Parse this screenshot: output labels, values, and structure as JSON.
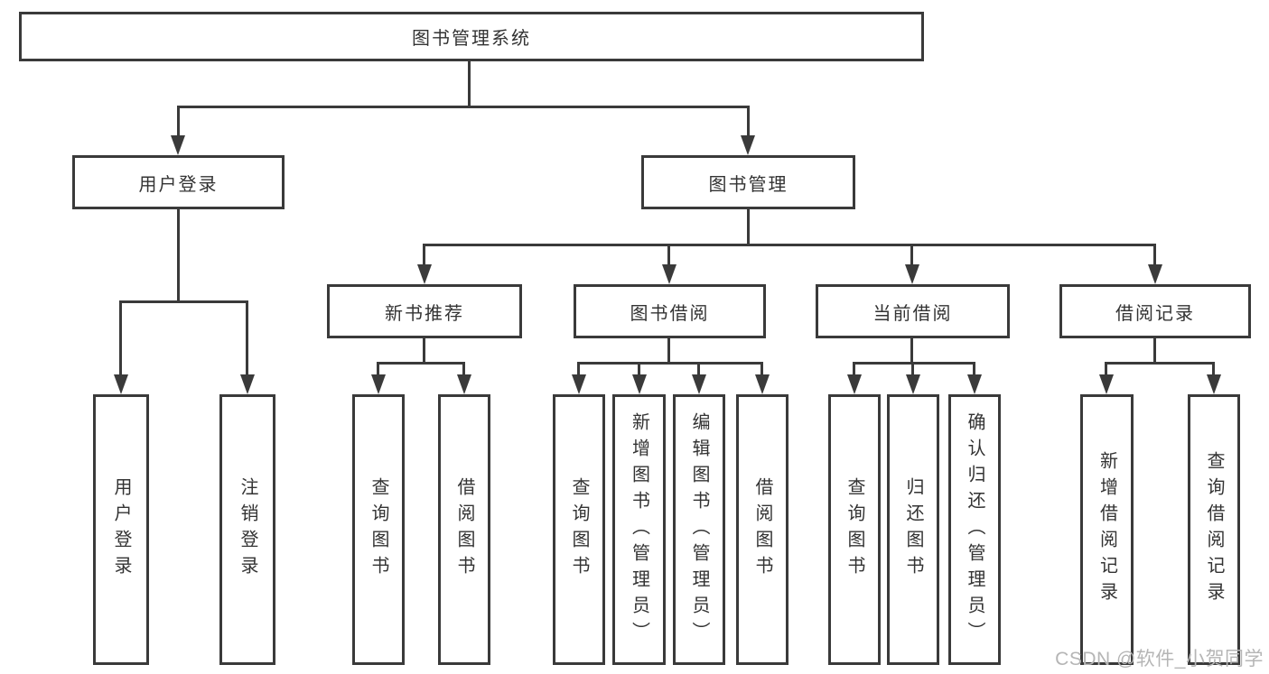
{
  "diagram": {
    "root": {
      "label": "图书管理系统"
    },
    "branches": {
      "user_login": {
        "label": "用户登录",
        "children": [
          {
            "label": "用户登录"
          },
          {
            "label": "注销登录"
          }
        ]
      },
      "book_mgmt": {
        "label": "图书管理",
        "sections": [
          {
            "label": "新书推荐",
            "children": [
              {
                "label": "查询图书"
              },
              {
                "label": "借阅图书"
              }
            ]
          },
          {
            "label": "图书借阅",
            "children": [
              {
                "label": "查询图书"
              },
              {
                "label": "新增图书（管理员）"
              },
              {
                "label": "编辑图书（管理员）"
              },
              {
                "label": "借阅图书"
              }
            ]
          },
          {
            "label": "当前借阅",
            "children": [
              {
                "label": "查询图书"
              },
              {
                "label": "归还图书"
              },
              {
                "label": "确认归还（管理员）"
              }
            ]
          },
          {
            "label": "借阅记录",
            "children": [
              {
                "label": "新增借阅记录"
              },
              {
                "label": "查询借阅记录"
              }
            ]
          }
        ]
      }
    }
  },
  "watermark": {
    "text": "CSDN @软件_小贺同学"
  },
  "colors": {
    "line": "#3a3a3a",
    "box_border": "#3a3a3a",
    "text": "#333333",
    "watermark": "#b5b5b5",
    "background": "#ffffff"
  }
}
